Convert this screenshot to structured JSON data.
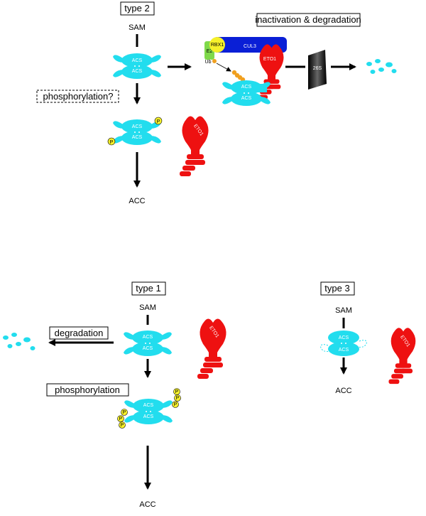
{
  "colors": {
    "acs": "#22ddee",
    "eto1": "#ee1111",
    "cul3": "#0a1fd6",
    "rbx1": "#f5f02a",
    "e2": "#7fd94a",
    "ub": "#f0a020",
    "phospho": "#f5f02a",
    "proteasome": "#111111"
  },
  "type2": {
    "box_label": "type 2",
    "sam": "SAM",
    "acc": "ACC",
    "phospho_label": "phosphorylation?",
    "inactivation_label": "inactivation & degradation",
    "cul3": "CUL3",
    "rbx1": "RBX1",
    "e2": "E2",
    "ub": "Ub",
    "eto1": "ETO1",
    "proteasome": "26S",
    "acs": "ACS",
    "p": "P"
  },
  "type1": {
    "box_label": "type 1",
    "sam": "SAM",
    "acc": "ACC",
    "degradation_label": "degradation",
    "phospho_label": "phosphorylation",
    "eto1": "ETO1",
    "acs": "ACS",
    "p": "P"
  },
  "type3": {
    "box_label": "type 3",
    "sam": "SAM",
    "acc": "ACC",
    "eto1": "ETO1",
    "acs": "ACS"
  }
}
